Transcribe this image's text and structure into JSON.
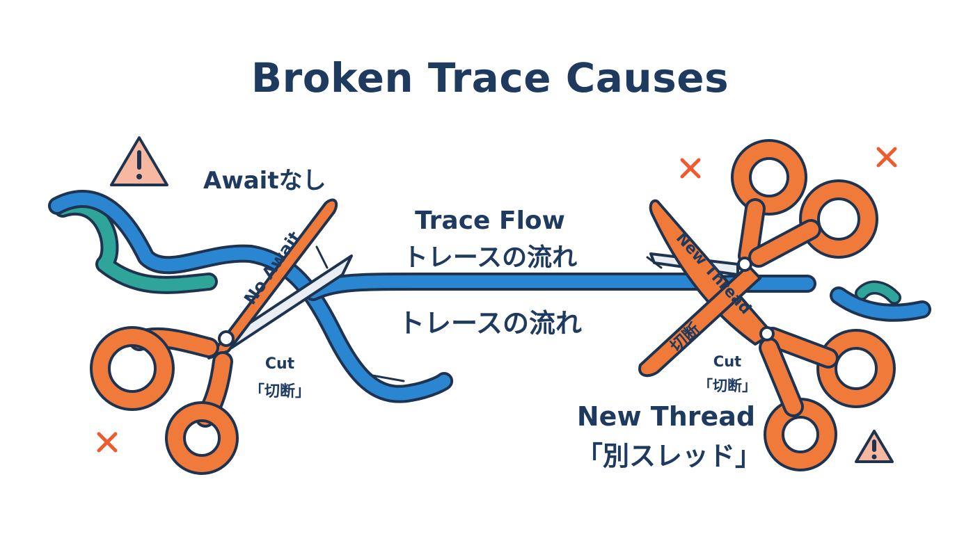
{
  "title": "Broken Trace Causes",
  "left_cause": {
    "label": "Awaitなし",
    "blade_text": "No Await",
    "cut_en": "Cut",
    "cut_jp": "「切断」"
  },
  "center": {
    "flow_en": "Trace Flow",
    "flow_jp_top": "トレースの流れ",
    "flow_jp_bottom": "トレースの流れ"
  },
  "right_cause": {
    "blade_text": "New Thread",
    "blade_text_jp": "切断",
    "cut_en": "Cut",
    "cut_jp": "「切断」",
    "label_en": "New Thread",
    "label_jp": "「別スレッド」"
  },
  "icons": {
    "warning": "warning-triangle-icon",
    "cross": "x-mark-icon",
    "scissors": "scissors-icon"
  },
  "colors": {
    "navy": "#1e3a5f",
    "trace_blue": "#2b86d2",
    "teal": "#2fa59a",
    "scissors_orange": "#f07a3a",
    "outline": "#1e3350",
    "warning_fill": "#f6b8a0",
    "cross": "#f05a2e"
  }
}
